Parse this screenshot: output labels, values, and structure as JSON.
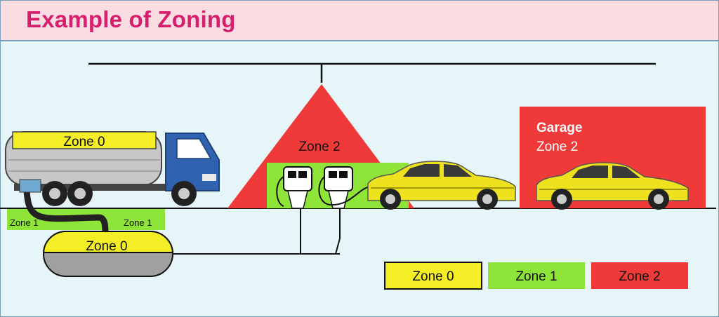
{
  "title": "Example of Zoning",
  "labels": {
    "truck_zone": "Zone 0",
    "pump_zone": "Zone 2",
    "garage_line1": "Garage",
    "garage_line2": "Zone 2",
    "ground_zone_left": "Zone 1",
    "ground_zone_right": "Zone 1",
    "tank_zone": "Zone 0"
  },
  "legend": [
    {
      "label": "Zone 0",
      "color": "#f4ee26"
    },
    {
      "label": "Zone 1",
      "color": "#8fe43a"
    },
    {
      "label": "Zone 2",
      "color": "#f03a3a"
    }
  ],
  "colors": {
    "zone0": "#f4ee26",
    "zone1": "#8fe43a",
    "zone2": "#f03a3a",
    "title": "#d81f6e",
    "background": "#e6f6f8",
    "truck_cab": "#2f63b0",
    "car_body": "#eee21e"
  }
}
